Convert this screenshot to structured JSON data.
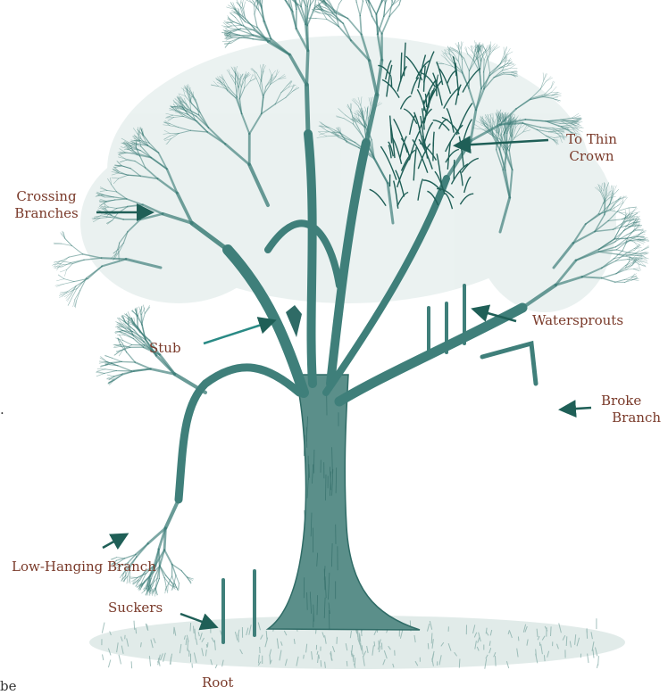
{
  "colors": {
    "tree": "#3f7f7a",
    "tree_light": "#8fb7b2",
    "tree_dark": "#24605b",
    "label": "#7a3a2a",
    "arrow": "#1f5f57",
    "grass": "#a9c5c1"
  },
  "labels": {
    "to_thin_crown": {
      "line1": "To Thin",
      "line2": "Crown"
    },
    "crossing_branches": {
      "line1": "Crossing",
      "line2": "Branches"
    },
    "watersprouts": "Watersprouts",
    "stub": "Stub",
    "broke_branch": {
      "line1": "Broke",
      "line2": "Branch"
    },
    "low_hanging_branch": "Low-Hanging Branch",
    "suckers": "Suckers",
    "root": "Root",
    "edge_fragment_be": "be",
    "edge_fragment_dot": "."
  }
}
